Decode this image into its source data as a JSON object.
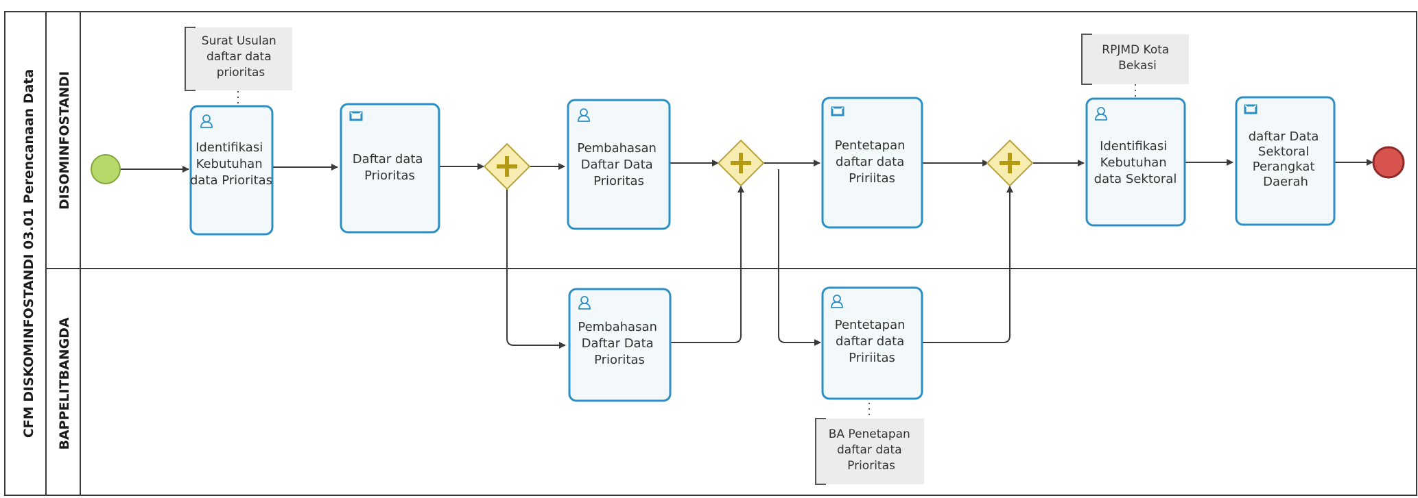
{
  "pool": {
    "label": "CFM DISKOMINFOSTANDI 03.01 Perencanaan Data"
  },
  "lanes": [
    {
      "label": "DISOMINFOSTANDI"
    },
    {
      "label": "BAPPELITBANGDA"
    }
  ],
  "tasks": [
    {
      "id": "t1",
      "kind": "user",
      "lines": [
        "Identifikasi",
        "Kebutuhan",
        "data Prioritas"
      ]
    },
    {
      "id": "t2",
      "kind": "send",
      "lines": [
        "Daftar data",
        "Prioritas"
      ]
    },
    {
      "id": "t3",
      "kind": "user",
      "lines": [
        "Pembahasan",
        "Daftar Data",
        "Prioritas"
      ]
    },
    {
      "id": "t4",
      "kind": "send",
      "lines": [
        "Pentetapan",
        "daftar data",
        "Pririitas"
      ]
    },
    {
      "id": "t5",
      "kind": "user",
      "lines": [
        "Identifikasi",
        "Kebutuhan",
        "data Sektoral"
      ]
    },
    {
      "id": "t6",
      "kind": "send",
      "lines": [
        "daftar Data",
        "Sektoral",
        "Perangkat",
        "Daerah"
      ]
    },
    {
      "id": "t7",
      "kind": "user",
      "lines": [
        "Pembahasan",
        "Daftar Data",
        "Prioritas"
      ]
    },
    {
      "id": "t8",
      "kind": "user",
      "lines": [
        "Pentetapan",
        "daftar data",
        "Pririitas"
      ]
    }
  ],
  "annotations": [
    {
      "id": "a1",
      "lines": [
        "Surat Usulan",
        "daftar data",
        "prioritas"
      ]
    },
    {
      "id": "a2",
      "lines": [
        "RPJMD Kota",
        "Bekasi"
      ]
    },
    {
      "id": "a3",
      "lines": [
        "BA Penetapan",
        "daftar data",
        "Prioritas"
      ]
    }
  ],
  "gateways": [
    {
      "id": "g1",
      "type": "parallel"
    },
    {
      "id": "g2",
      "type": "parallel"
    },
    {
      "id": "g3",
      "type": "parallel"
    }
  ],
  "events": [
    {
      "id": "start",
      "type": "start"
    },
    {
      "id": "end",
      "type": "end"
    }
  ],
  "colors": {
    "task_stroke": "#2b8fc6",
    "task_fill": "#f3f9fb",
    "gateway_fill": "#f7edb0",
    "gateway_stroke": "#b9a23b",
    "gateway_symbol": "#b59a13",
    "start_fill": "#b7d96b",
    "start_stroke": "#7fa63a",
    "end_fill": "#d9534f",
    "end_stroke": "#8e2a28",
    "icon": "#2b8fc6"
  }
}
